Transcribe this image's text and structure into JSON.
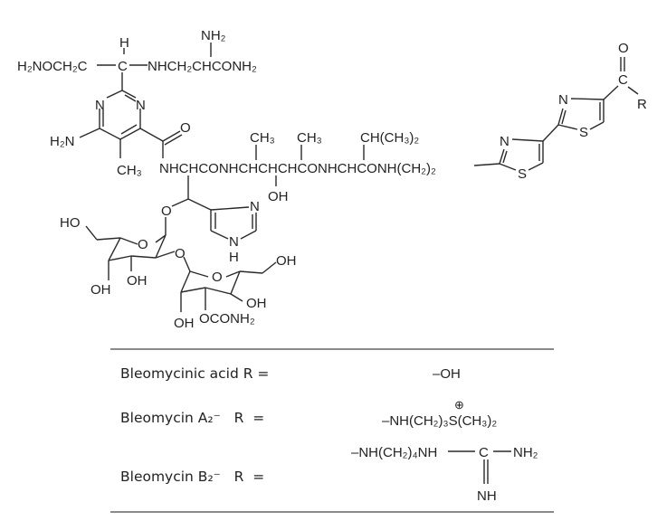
{
  "structure": {
    "top_nh2": "NH₂",
    "h": "H",
    "left_chain": "H₂NOCH₂C",
    "center_c": "C",
    "right_chain": "NHCH₂CHCONH₂",
    "pyr_n_left": "N",
    "pyr_n_right": "N",
    "pyr_nh2": "H₂N",
    "pyr_ch3": "CH₃",
    "carbonyl_o": "O",
    "peptide_chain": "NHCHCONHCHCHCHCONHCHCONH(CH₂)₂",
    "ch3_a": "CH₃",
    "ch3_b": "CH₃",
    "isopropyl": "CH(CH₃)₂",
    "oh_chain": "OH",
    "glyco_o": "O",
    "imid_n": "N",
    "imid_nh": "N",
    "imid_h": "H",
    "sugar1_ho": "HO",
    "sugar1_o": "O",
    "sugar1_oh1": "OH",
    "sugar1_oh2": "OH",
    "link_o": "O",
    "sugar2_o": "O",
    "sugar2_oh_top": "OH",
    "sugar2_oh_right": "OH",
    "sugar2_oh_bottom": "OH",
    "sugar2_carbamate": "OCONH₂",
    "thz1_n": "N",
    "thz1_s": "S",
    "thz2_n": "N",
    "thz2_s": "S",
    "acyl_o": "O",
    "acyl_c": "C",
    "r_group": "R"
  },
  "table": {
    "rows": [
      {
        "label": "Bleomycinic acid R =",
        "value": "–OH"
      },
      {
        "label": "Bleomycin A₂⁻   R  =",
        "value": "–NH(CH₂)₃S(CH₃)₂",
        "charge": "⊕"
      },
      {
        "label": "Bleomycin B₂⁻   R  =",
        "value": "–NH(CH₂)₄NH",
        "value_c": "C",
        "value_nh2": "NH₂",
        "value_nh": "NH"
      }
    ]
  }
}
